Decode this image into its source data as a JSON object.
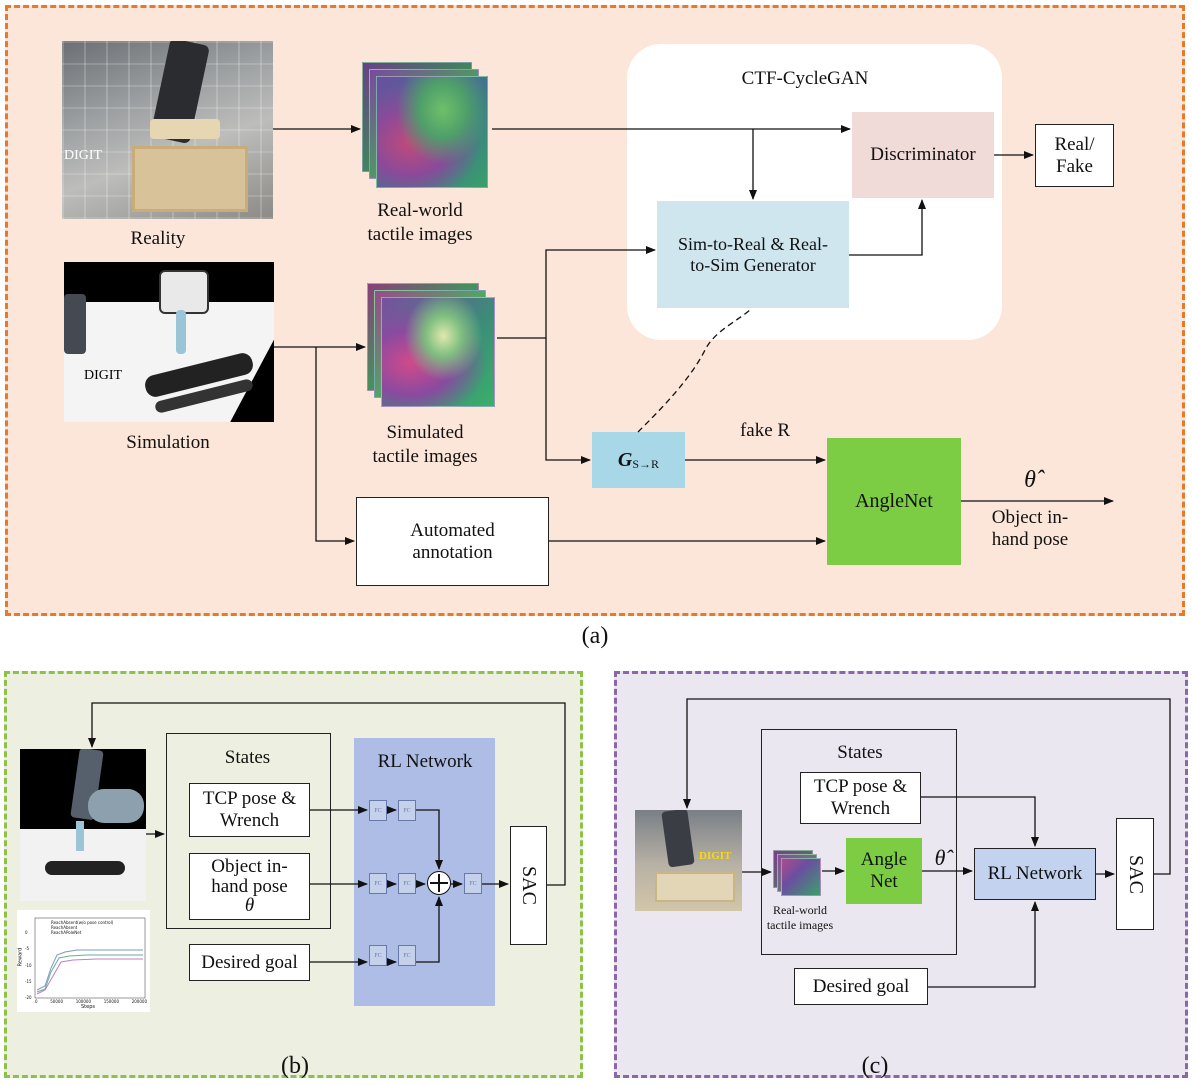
{
  "panel_a": {
    "caption": "(a)",
    "reality_label": "Reality",
    "digit_label_real": "DIGIT",
    "simulation_label": "Simulation",
    "digit_label_sim": "DIGIT",
    "real_tactile_label": [
      "Real-world",
      "tactile images"
    ],
    "sim_tactile_label": [
      "Simulated",
      "tactile images"
    ],
    "cyclegan_title": "CTF-CycleGAN",
    "discriminator": "Discriminator",
    "real_fake": [
      "Real/",
      "Fake"
    ],
    "generator": [
      "Sim-to-Real & Real-",
      "to-Sim Generator"
    ],
    "g_symbol": "G",
    "g_subscript": "S→R",
    "fake_r": "fake R",
    "anglenet": "AngleNet",
    "theta_hat": "θ̂",
    "pose_label": [
      "Object in-",
      "hand pose"
    ],
    "annotation": [
      "Automated",
      "annotation"
    ],
    "colors": {
      "border": "#e8782a",
      "background": "#fbe6d9",
      "discriminator": "#f0dbd8",
      "generator": "#cfe6ef",
      "anglenet": "#7ccc44"
    }
  },
  "panel_b": {
    "caption": "(b)",
    "states_title": "States",
    "tcp": [
      "TCP pose &",
      "Wrench"
    ],
    "object_pose": [
      "Object in-",
      "hand pose",
      "θ"
    ],
    "desired_goal": "Desired goal",
    "rl_network": "RL Network",
    "fc_label": "FC",
    "sac": "SAC",
    "mini_chart": {
      "legend": [
        "ReachAbsent(w/o pose control)",
        "ReachAbsent",
        "ReachAPoleNet"
      ],
      "ylabel": "Reward",
      "xlabel": "Steps",
      "xticks": [
        "0",
        "50000",
        "100000",
        "150000",
        "200000"
      ],
      "yticks": [
        "0",
        "-5",
        "-10",
        "-15",
        "-20"
      ]
    },
    "colors": {
      "border": "#8dc24a",
      "background": "#edf0e1",
      "rl": "#aebde6"
    }
  },
  "panel_c": {
    "caption": "(c)",
    "states_title": "States",
    "tcp": [
      "TCP pose &",
      "Wrench"
    ],
    "digit_label": "DIGIT",
    "tactile_label": [
      "Real-world",
      "tactile images"
    ],
    "angle_net": [
      "Angle",
      "Net"
    ],
    "theta_hat": "θ̂",
    "rl_network": "RL Network",
    "sac": "SAC",
    "desired_goal": "Desired goal",
    "colors": {
      "border": "#8c67a8",
      "background": "#ebe7f0",
      "rl": "#c3d3ef",
      "anglenet": "#7ccc44"
    }
  }
}
